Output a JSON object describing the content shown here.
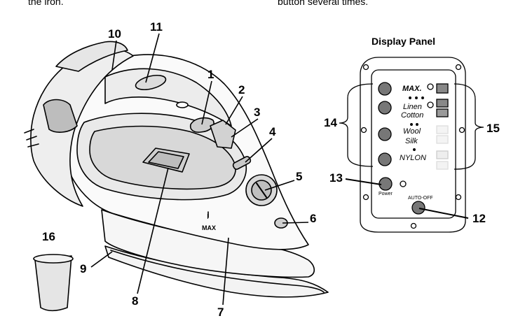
{
  "header_fragments": {
    "left": "the iron.",
    "right": "button several times."
  },
  "iron": {
    "callouts": [
      "1",
      "2",
      "3",
      "4",
      "5",
      "6",
      "7",
      "8",
      "9",
      "10",
      "11",
      "16"
    ],
    "max_mark": "MAX",
    "max_tick": "I"
  },
  "display_panel": {
    "title": "Display Panel",
    "settings": {
      "max": "MAX.",
      "linen": "Linen",
      "cotton": "Cotton",
      "wool": "Wool",
      "silk": "Silk",
      "nylon": "NYLON"
    },
    "power_label": "Power",
    "auto_off_label": "AUTO-OFF",
    "callouts": [
      "12",
      "13",
      "14",
      "15"
    ]
  }
}
